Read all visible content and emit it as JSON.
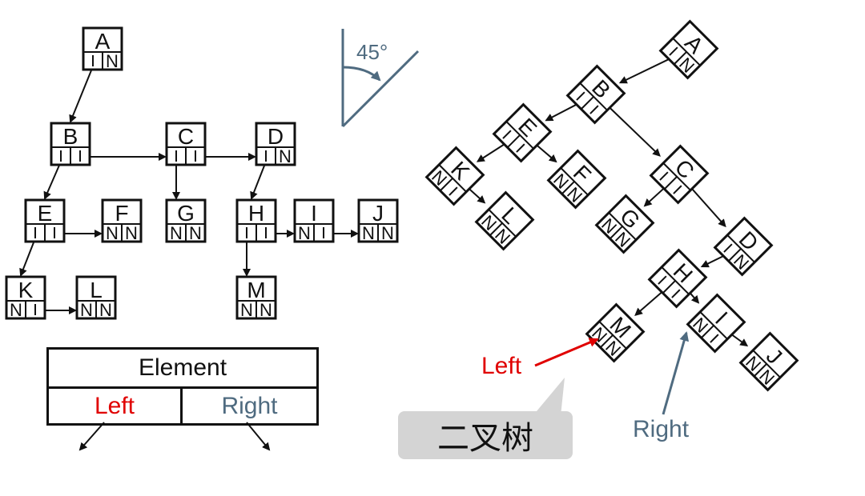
{
  "angle_label": "45°",
  "null_marker": "N",
  "colors": {
    "left": "#e00000",
    "right": "#4f6b80",
    "line": "#111111",
    "callout_bg": "#d4d4d4"
  },
  "legend": {
    "element": "Element",
    "left": "Left",
    "right": "Right"
  },
  "callout": "二叉树",
  "annotations": {
    "left": "Left",
    "right": "Right"
  },
  "nodes": [
    {
      "id": "A",
      "left_null": false,
      "right_null": true
    },
    {
      "id": "B",
      "left_null": false,
      "right_null": false
    },
    {
      "id": "C",
      "left_null": false,
      "right_null": false
    },
    {
      "id": "D",
      "left_null": false,
      "right_null": true
    },
    {
      "id": "E",
      "left_null": false,
      "right_null": false
    },
    {
      "id": "F",
      "left_null": true,
      "right_null": true
    },
    {
      "id": "G",
      "left_null": true,
      "right_null": true
    },
    {
      "id": "H",
      "left_null": false,
      "right_null": false
    },
    {
      "id": "I",
      "left_null": true,
      "right_null": false
    },
    {
      "id": "J",
      "left_null": true,
      "right_null": true
    },
    {
      "id": "K",
      "left_null": true,
      "right_null": false
    },
    {
      "id": "L",
      "left_null": true,
      "right_null": true
    },
    {
      "id": "M",
      "left_null": true,
      "right_null": true
    }
  ],
  "edges": [
    {
      "from": "A",
      "to": "B",
      "side": "left"
    },
    {
      "from": "B",
      "to": "E",
      "side": "left"
    },
    {
      "from": "B",
      "to": "C",
      "side": "right"
    },
    {
      "from": "C",
      "to": "G",
      "side": "left"
    },
    {
      "from": "C",
      "to": "D",
      "side": "right"
    },
    {
      "from": "D",
      "to": "H",
      "side": "left"
    },
    {
      "from": "E",
      "to": "K",
      "side": "left"
    },
    {
      "from": "E",
      "to": "F",
      "side": "right"
    },
    {
      "from": "K",
      "to": "L",
      "side": "right"
    },
    {
      "from": "H",
      "to": "M",
      "side": "left"
    },
    {
      "from": "H",
      "to": "I",
      "side": "right"
    },
    {
      "from": "I",
      "to": "J",
      "side": "right"
    }
  ]
}
